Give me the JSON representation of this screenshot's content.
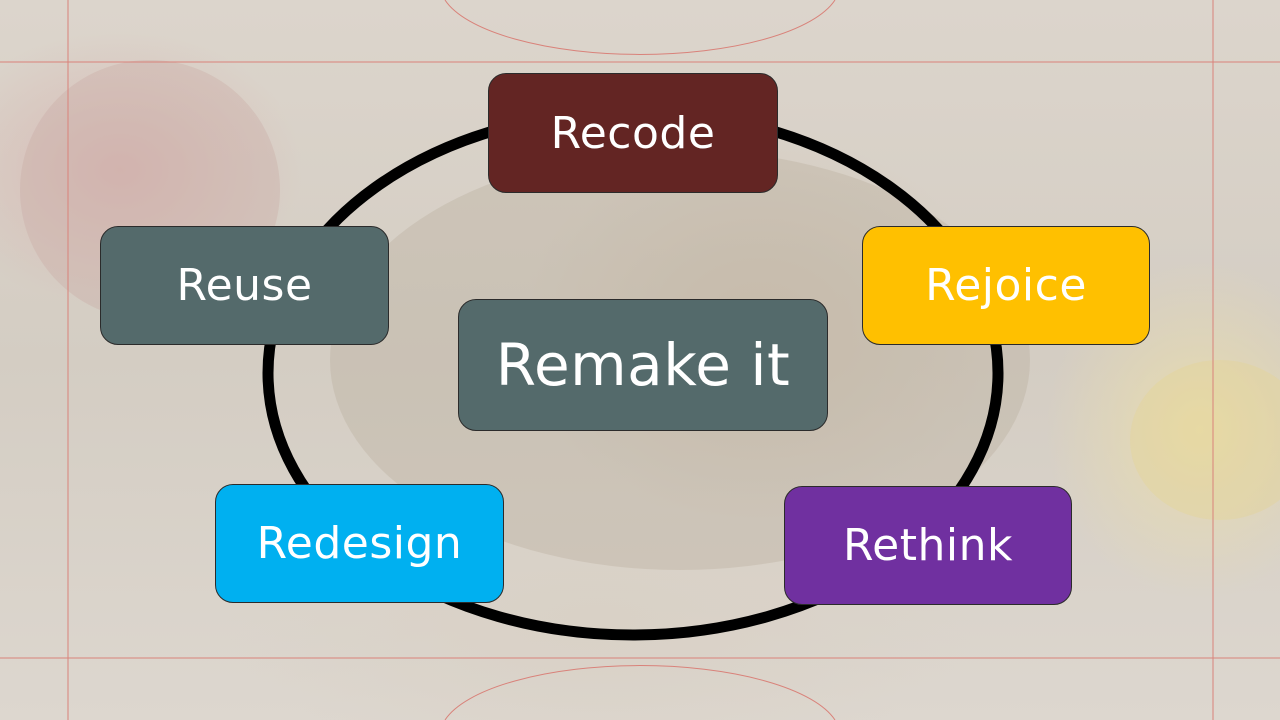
{
  "diagram": {
    "center": {
      "label": "Remake it",
      "color": "#546a6b"
    },
    "nodes": [
      {
        "id": "recode",
        "label": "Recode",
        "color": "#632523"
      },
      {
        "id": "rejoice",
        "label": "Rejoice",
        "color": "#ffc000"
      },
      {
        "id": "rethink",
        "label": "Rethink",
        "color": "#7030a0"
      },
      {
        "id": "redesign",
        "label": "Redesign",
        "color": "#00b0f0"
      },
      {
        "id": "reuse",
        "label": "Reuse",
        "color": "#546a6b"
      }
    ],
    "ring_color": "#000000",
    "guide_color": "#d9827a"
  }
}
